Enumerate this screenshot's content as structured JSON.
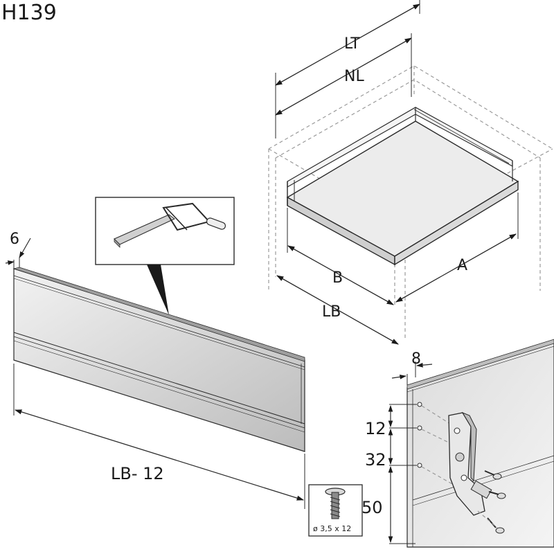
{
  "title": "H139",
  "labels": {
    "lt": "LT",
    "nl": "NL",
    "a": "A",
    "b": "B",
    "lb": "LB",
    "lb_minus": "LB- 12",
    "thickness": "6",
    "offset": "8",
    "d12": "12",
    "d32": "32",
    "d50": "50",
    "screw": "ø 3,5 x 12"
  },
  "colors": {
    "panel_light": "#e6e6e6",
    "panel_dark": "#b9b9b9",
    "line": "#2a2a2a",
    "dashed": "#9a9a9a"
  },
  "icons": [
    "hacksaw-icon",
    "screw-icon",
    "hinge-bracket-icon"
  ]
}
